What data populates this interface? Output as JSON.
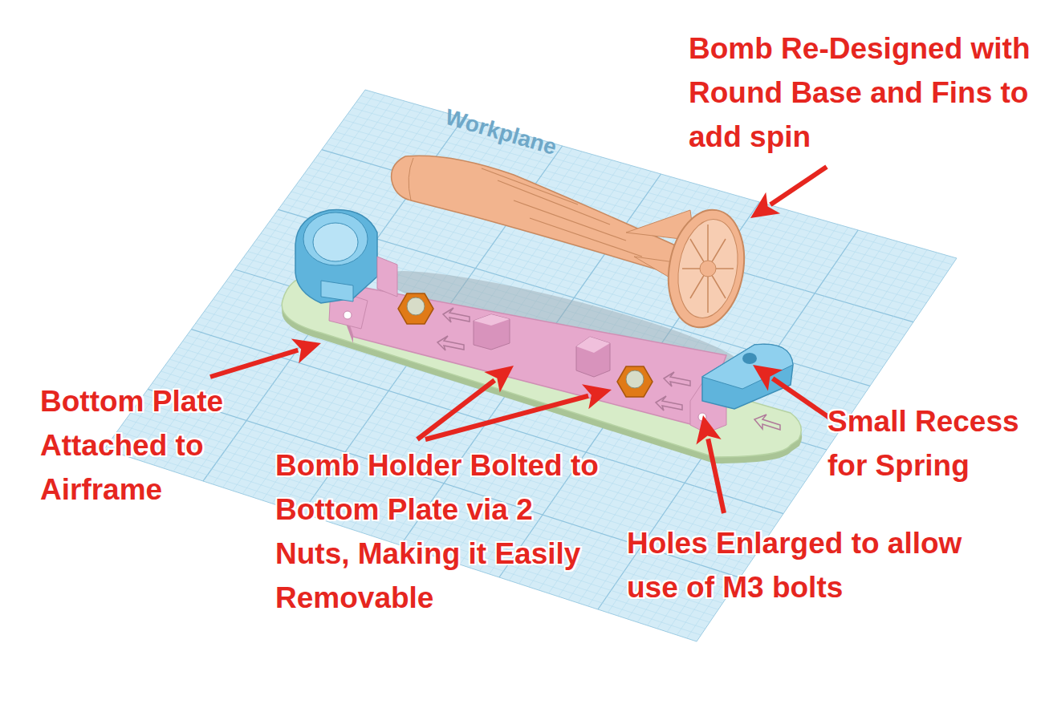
{
  "diagram": {
    "labels": [
      "Bomb Re-Designed with Round Base and Fins to add spin",
      "Bottom Plate Attached to Airframe",
      "Bomb Holder Bolted to Bottom Plate via 2 Nuts, Making it Easily Removable",
      "Small Recess for Spring",
      "Holes Enlarged to allow use of M3 bolts",
      "Workplane"
    ]
  }
}
